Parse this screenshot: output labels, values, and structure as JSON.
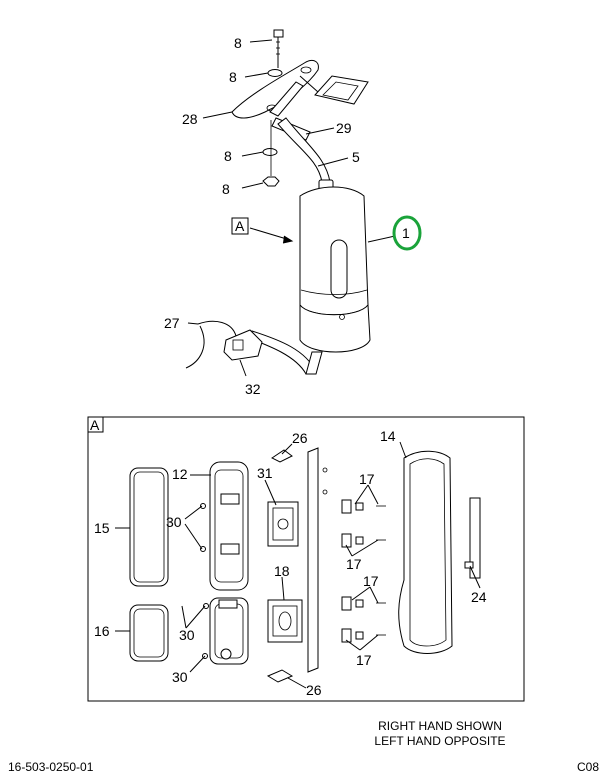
{
  "callouts": {
    "c8a": "8",
    "c8b": "8",
    "c8c": "8",
    "c8d": "8",
    "c28": "28",
    "c29": "29",
    "c5": "5",
    "c1": "1",
    "c27": "27",
    "c32": "32",
    "ca": "A",
    "cb": "A",
    "c26a": "26",
    "c14": "14",
    "c12": "12",
    "c31": "31",
    "c17a": "17",
    "c17b": "17",
    "c17c": "17",
    "c17d": "17",
    "c15": "15",
    "c30a": "30",
    "c30b": "30",
    "c30c": "30",
    "c18": "18",
    "c16": "16",
    "c24": "24",
    "c26b": "26"
  },
  "notes": {
    "line1": "RIGHT HAND SHOWN",
    "line2": "LEFT HAND OPPOSITE"
  },
  "footer": {
    "part_number": "16-503-0250-01",
    "page_code": "C08"
  },
  "colors": {
    "highlight": "#1aa33a",
    "ink": "#000000"
  }
}
